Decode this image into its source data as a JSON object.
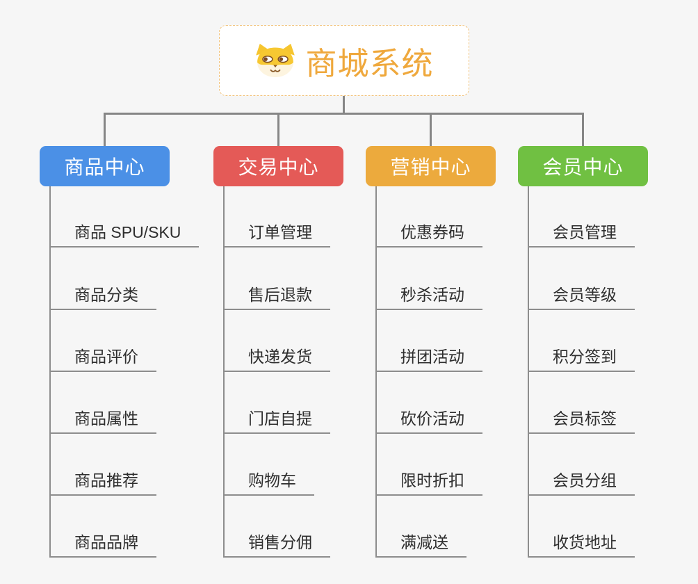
{
  "root": {
    "title": "商城系统",
    "icon": "shiba-dog-icon",
    "text_color": "#efa83c",
    "border_color": "#f2c37c"
  },
  "connector_color": "#868686",
  "branches": [
    {
      "label": "商品中心",
      "color": "#4b90e6",
      "items": [
        "商品 SPU/SKU",
        "商品分类",
        "商品评价",
        "商品属性",
        "商品推荐",
        "商品品牌"
      ]
    },
    {
      "label": "交易中心",
      "color": "#e45a57",
      "items": [
        "订单管理",
        "售后退款",
        "快递发货",
        "门店自提",
        "购物车",
        "销售分佣"
      ]
    },
    {
      "label": "营销中心",
      "color": "#ecaa3d",
      "items": [
        "优惠券码",
        "秒杀活动",
        "拼团活动",
        "砍价活动",
        "限时折扣",
        "满减送"
      ]
    },
    {
      "label": "会员中心",
      "color": "#70c042",
      "items": [
        "会员管理",
        "会员等级",
        "积分签到",
        "会员标签",
        "会员分组",
        "收货地址"
      ]
    }
  ]
}
